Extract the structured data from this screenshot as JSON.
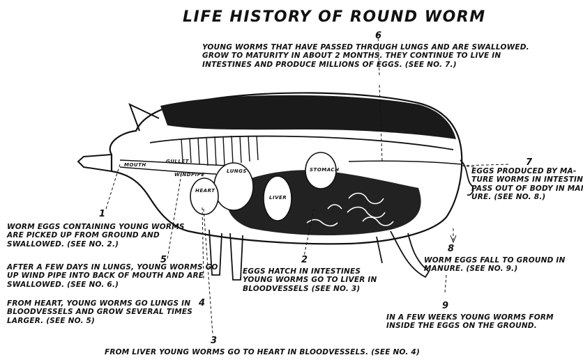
{
  "title": "Life History of Round Worm",
  "organ_labels": {
    "mouth": "Mouth",
    "gullet": "Gullet",
    "windpipe": "Windpipe",
    "lungs": "Lungs",
    "heart": "Heart",
    "liver": "Liver",
    "stomach": "Stomach"
  },
  "steps": [
    {
      "number": "6",
      "lines": [
        "Young worms that have passed through lungs and are swallowed.",
        "Grow to maturity in about 2 months. They continue to live in",
        "intestines and produce millions of eggs. (See No. 7.)"
      ]
    },
    {
      "number": "7",
      "lines": [
        "Eggs produced by ma-",
        "ture worms in intestines,",
        "pass out of body in man-",
        "ure. (See No. 8.)"
      ]
    },
    {
      "number": "1",
      "lines": [
        "Worm eggs containing young worms",
        "are picked up from ground and",
        "swallowed. (See No. 2.)"
      ]
    },
    {
      "number": "5",
      "lines": [
        "After a few days in lungs, young worms go",
        "up wind pipe into back of mouth and are",
        "swallowed. (See No. 6.)"
      ]
    },
    {
      "number": "4",
      "lines": [
        "From heart, young worms go lungs in",
        "bloodvessels and grow several times",
        "larger. (See No. 5)"
      ]
    },
    {
      "number": "2",
      "lines": [
        "Eggs hatch in intestines",
        "young worms go to liver in",
        "bloodvessels (See No. 3)"
      ]
    },
    {
      "number": "8",
      "lines": [
        "Worm eggs fall to ground in",
        "manure. (See No. 9.)"
      ]
    },
    {
      "number": "9",
      "lines": [
        "In a few weeks young worms form",
        "inside the eggs on the ground."
      ]
    },
    {
      "number": "3",
      "lines": [
        "From liver young worms go to heart in bloodvessels. (See No. 4)"
      ]
    }
  ]
}
